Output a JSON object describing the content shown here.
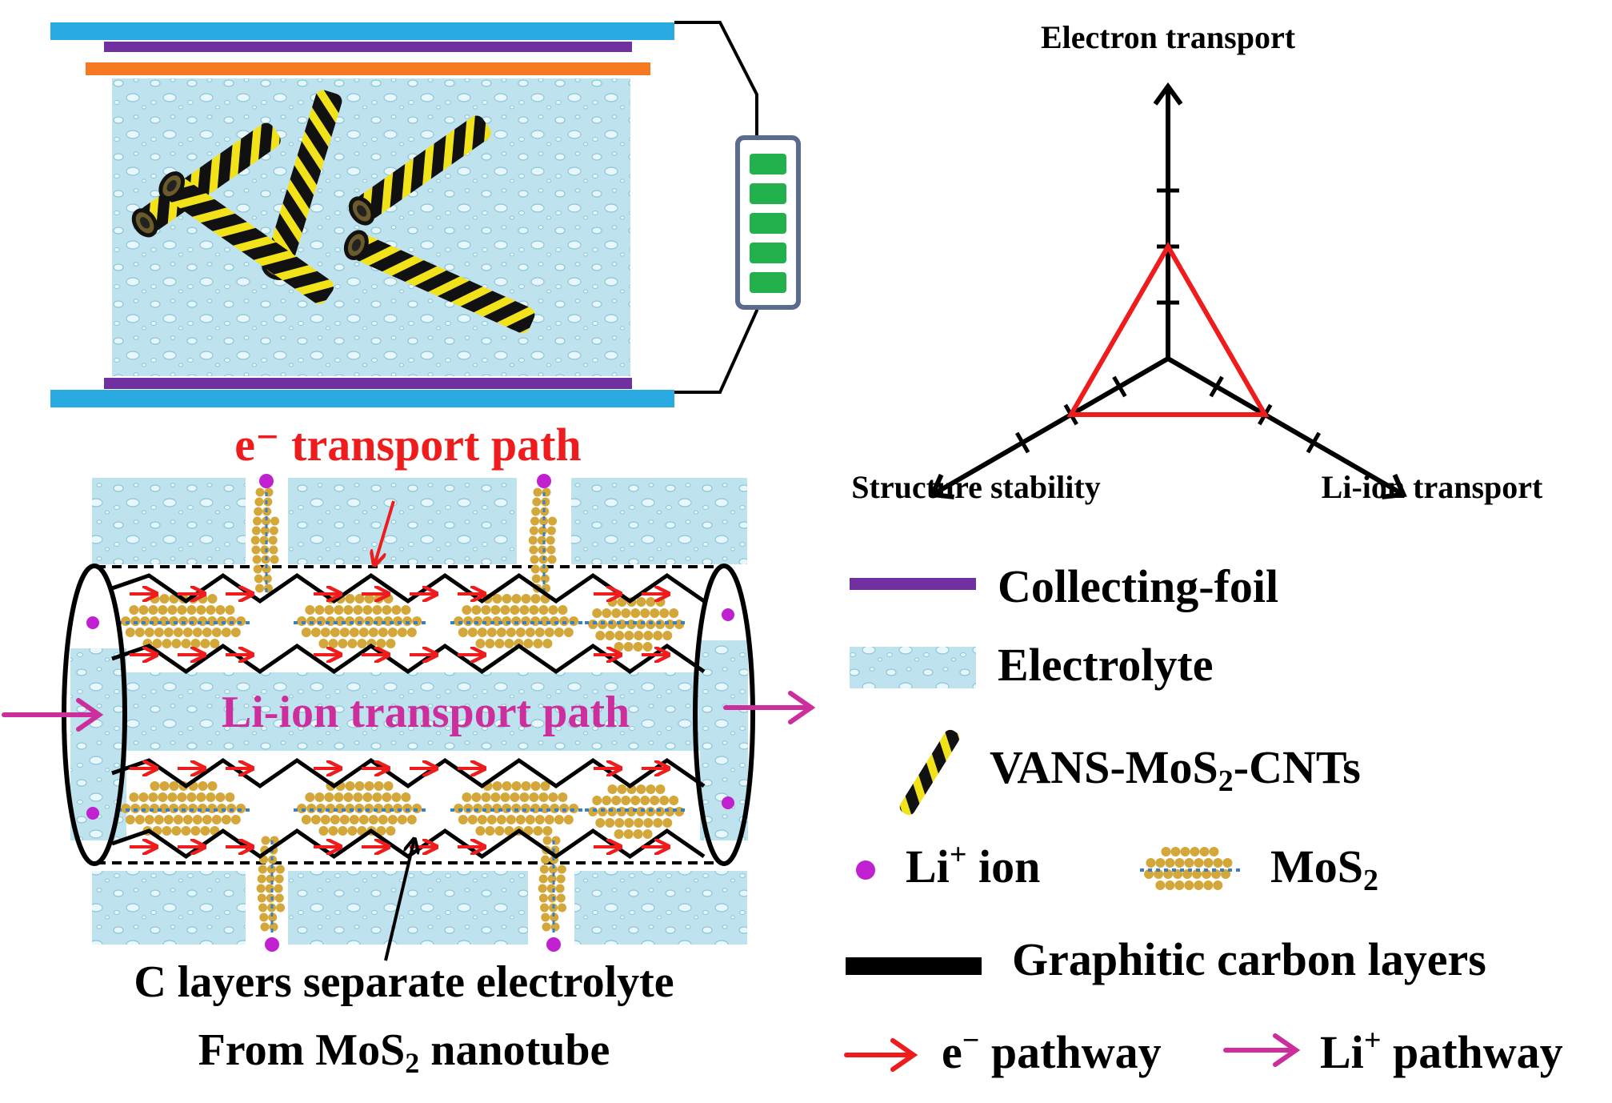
{
  "radar": {
    "axes": [
      "Electron transport",
      "Structure stability",
      "Li-ion transport"
    ],
    "tick_count": 3,
    "highlight_triangle_levels": [
      2,
      2,
      2
    ],
    "highlight_color": "#ee1c1c"
  },
  "nanotube_labels": {
    "electron_path": "e⁻ transport path",
    "li_ion_path": "Li-ion transport path",
    "caption_line1": "C layers separate electrolyte",
    "caption_line2_prefix": "From MoS",
    "caption_line2_sub": "2",
    "caption_line2_suffix": " nanotube"
  },
  "legend": {
    "collecting_foil": "Collecting-foil",
    "electrolyte": "Electrolyte",
    "cnt_prefix": "VANS-MoS",
    "cnt_sub": "2",
    "cnt_suffix": "-CNTs",
    "li_ion_prefix": "Li",
    "li_ion_sup": "+",
    "li_ion_suffix": " ion",
    "mos2_prefix": "MoS",
    "mos2_sub": "2",
    "graphitic": "Graphitic carbon layers",
    "e_pathway_prefix": "e",
    "e_pathway_sup": "−",
    "e_pathway_suffix": " pathway",
    "li_pathway_prefix": "Li",
    "li_pathway_sup": "+",
    "li_pathway_suffix": " pathway"
  },
  "colors": {
    "current_collector": "#29abe2",
    "collecting_foil": "#7030a0",
    "separator": "#f47920",
    "electrolyte": "#bfe3ee",
    "battery_cell": "#22b14c",
    "electron_arrow": "#ee1c1c",
    "li_arrow": "#cc2f9c",
    "li_ion": "#c020d0",
    "mos2_gold": "#d4a73a",
    "mos2_blue": "#3a7fc0",
    "graphitic": "#000000"
  }
}
